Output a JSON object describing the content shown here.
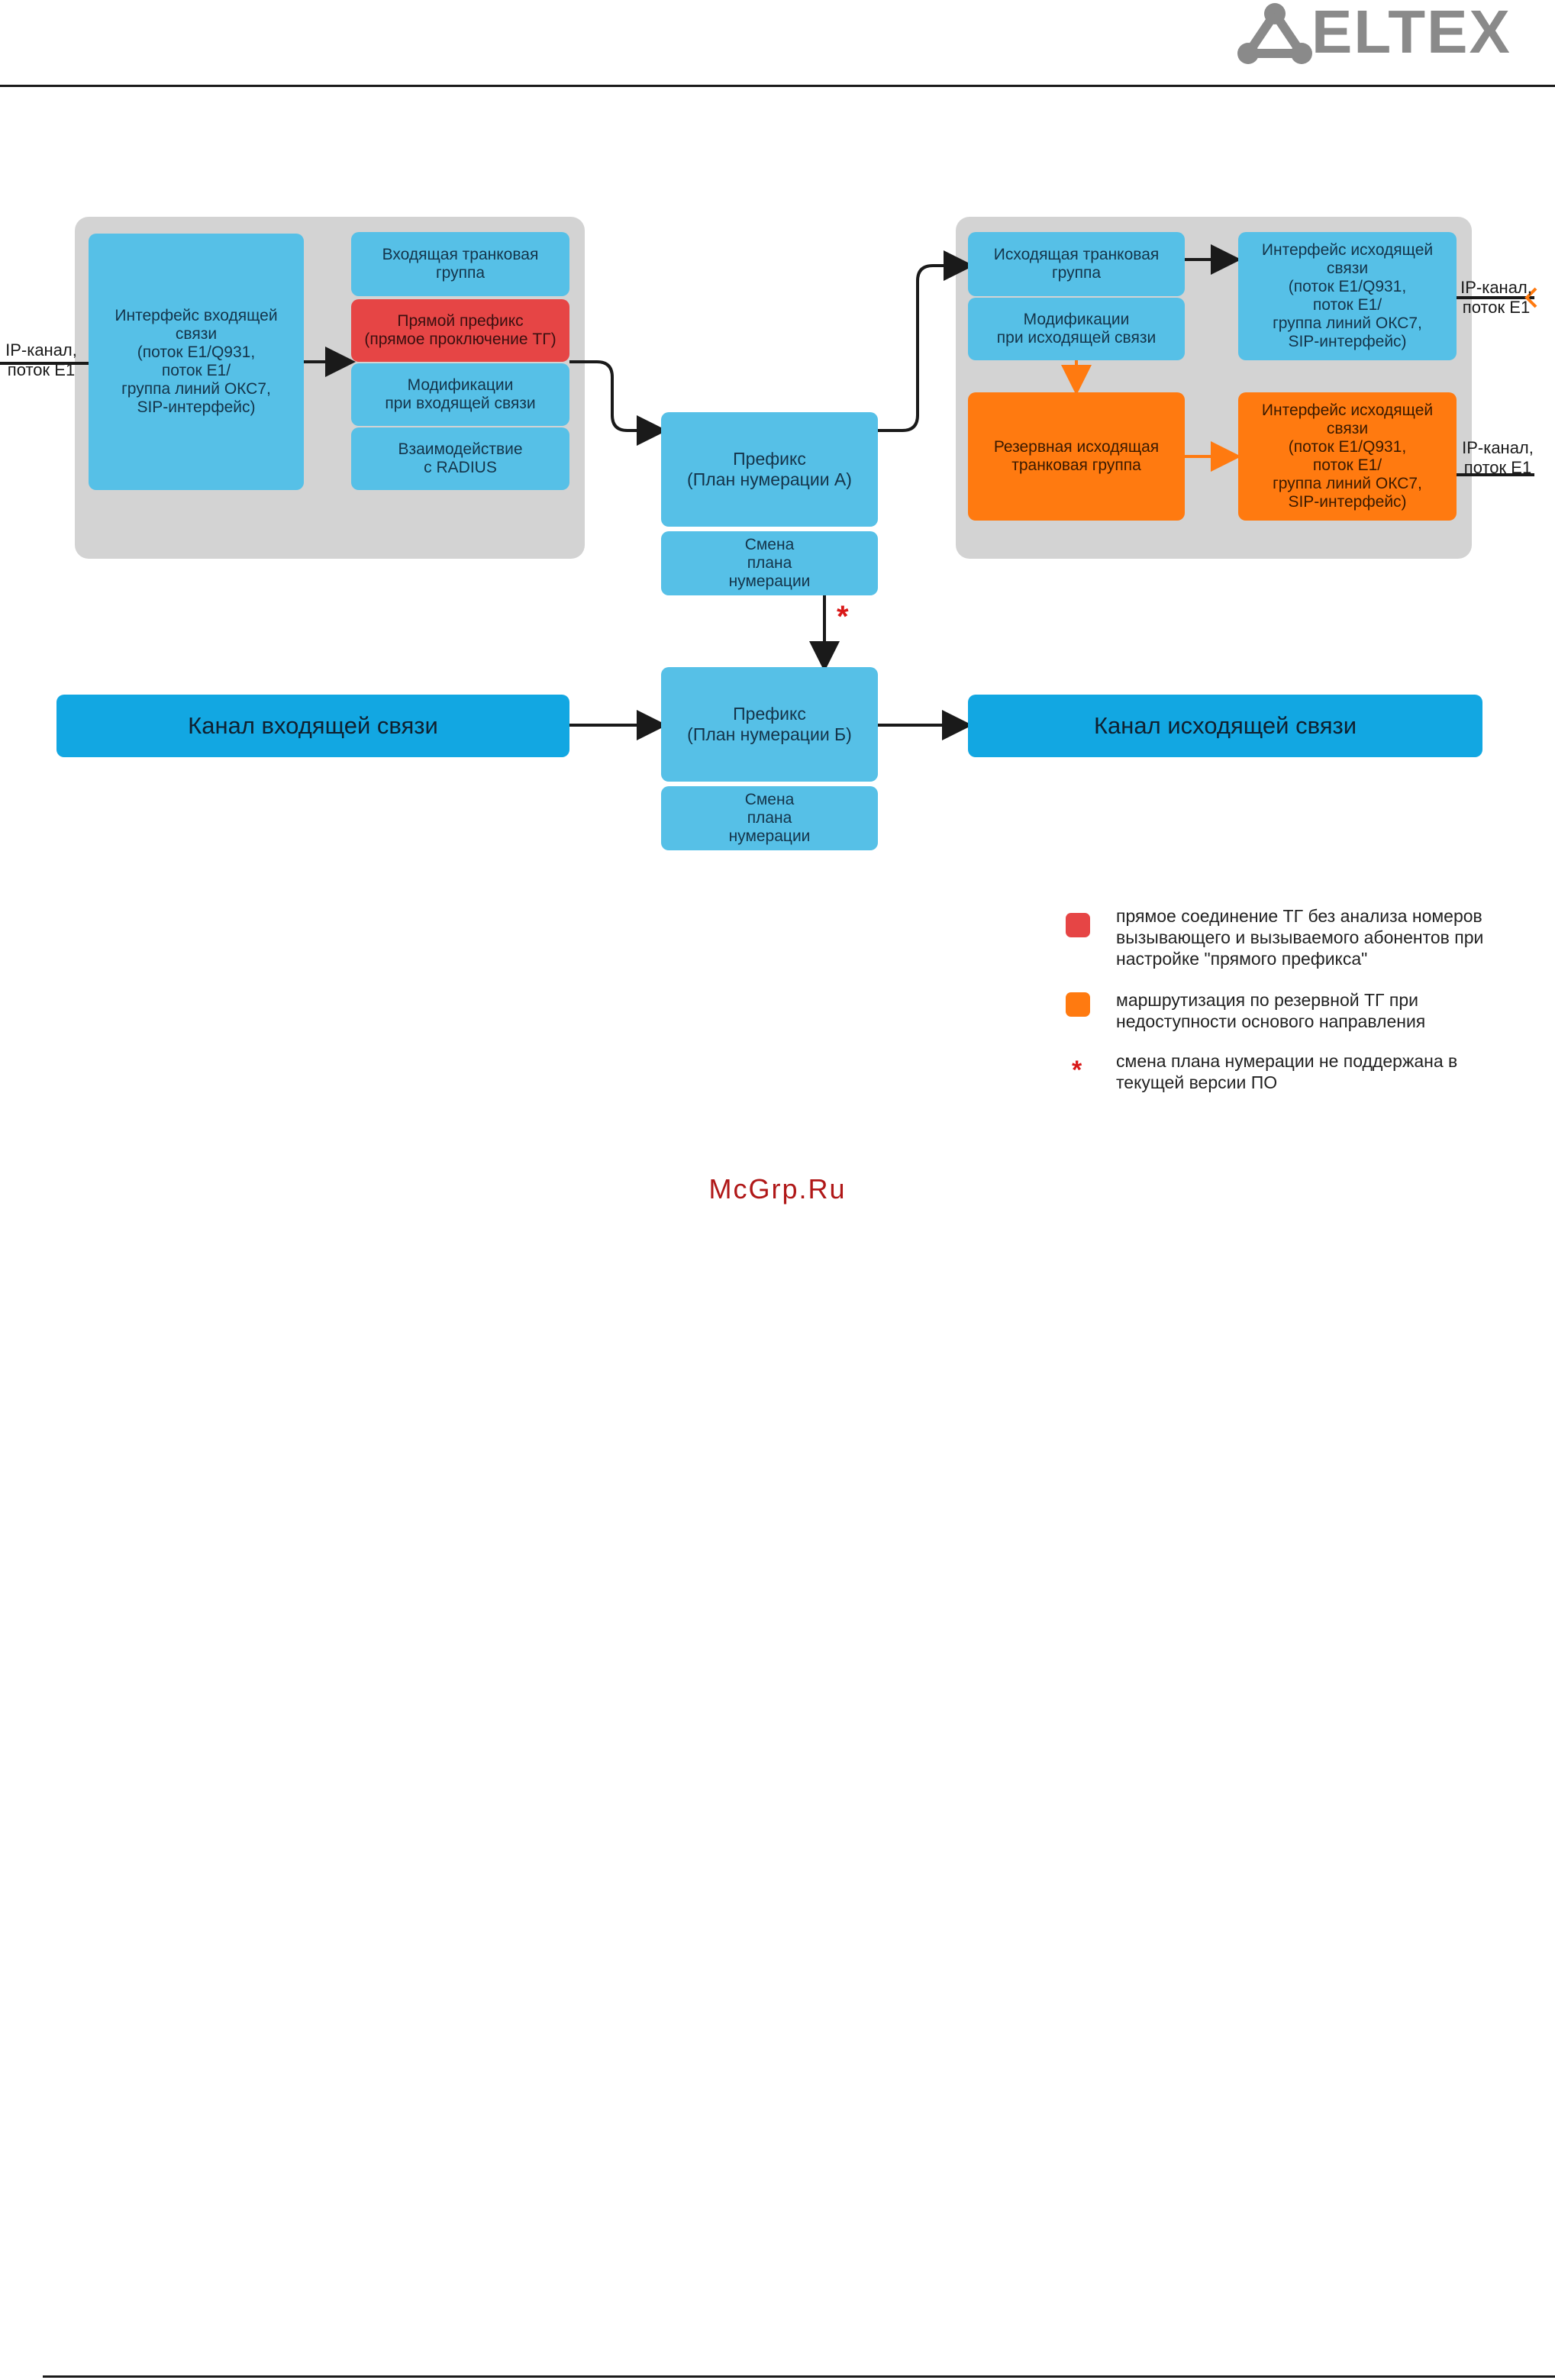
{
  "header": {
    "logo_text": "ELTEX"
  },
  "left_panel": {
    "interface_in": "Интерфейс входящей\nсвязи\n(поток E1/Q931,\nпоток E1/\nгруппа линий ОКС7,\nSIP-интерфейс)",
    "incoming_tg": "Входящая транковая\nгруппа",
    "direct_prefix": "Прямой префикс\n(прямое проключение ТГ)",
    "mods_in": "Модификации\nпри входящей связи",
    "radius": "Взаимодействие\nс RADIUS"
  },
  "left_label": "IP-канал,\nпоток E1",
  "center": {
    "prefix_a": "Префикс\n(План нумерации А)",
    "change_a": "Смена\nплана\nнумерации",
    "prefix_b": "Префикс\n(План нумерации Б)",
    "change_b": "Смена\nплана\nнумерации",
    "star": "*"
  },
  "right_panel": {
    "outgoing_tg": "Исходящая транковая\nгруппа",
    "mods_out": "Модификации\nпри исходящей связи",
    "reserve_tg": "Резервная исходящая\nтранковая группа",
    "interface_out_1": "Интерфейс исходящей\nсвязи\n(поток E1/Q931,\nпоток E1/\nгруппа линий ОКС7,\nSIP-интерфейс)",
    "interface_out_2": "Интерфейс исходящей\nсвязи\n(поток E1/Q931,\nпоток E1/\nгруппа линий ОКС7,\nSIP-интерфейс)"
  },
  "right_label_1": "IP-канал,\nпоток E1",
  "right_label_2": "IP-канал,\nпоток E1",
  "channels": {
    "incoming": "Канал входящей связи",
    "outgoing": "Канал исходящей связи"
  },
  "legend": [
    {
      "color": "#e64545",
      "text": "прямое соединение ТГ без анализа номеров\nвызывающего и вызываемого абонентов при\nнастройке \"прямого префикса\""
    },
    {
      "color": "#ff7a10",
      "text": "маршрутизация по резервной ТГ при\nнедоступности основого направления"
    },
    {
      "symbol": "*",
      "text": "смена плана нумерации не поддержана в\nтекущей версии ПО"
    }
  ],
  "watermark": "McGrp.Ru",
  "colors": {
    "box_blue": "#56c0e7",
    "direct_red": "#e64545",
    "reserve_orange": "#ff7a10",
    "channel_blue": "#12a7e2",
    "panel_gray": "#d3d3d3"
  }
}
